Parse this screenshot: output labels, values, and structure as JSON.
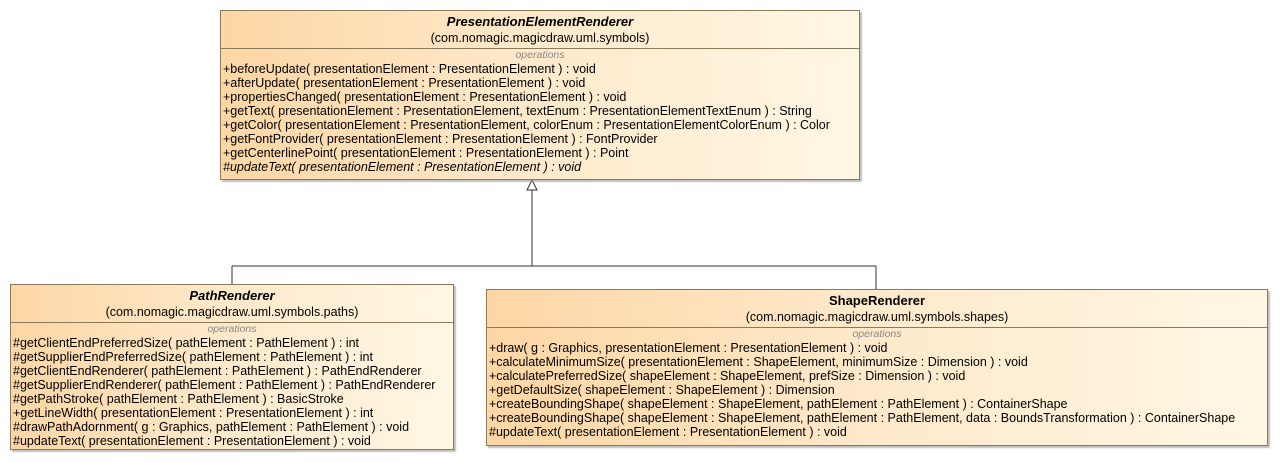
{
  "classes": {
    "per": {
      "name": "PresentationElementRenderer",
      "package": "(com.nomagic.magicdraw.uml.symbols)",
      "section": "operations",
      "operations": [
        {
          "text": "+beforeUpdate( presentationElement : PresentationElement ) : void",
          "italic": false
        },
        {
          "text": "+afterUpdate( presentationElement : PresentationElement ) : void",
          "italic": false
        },
        {
          "text": "+propertiesChanged( presentationElement : PresentationElement ) : void",
          "italic": false
        },
        {
          "text": "+getText( presentationElement : PresentationElement, textEnum : PresentationElementTextEnum ) : String",
          "italic": false
        },
        {
          "text": "+getColor( presentationElement : PresentationElement, colorEnum : PresentationElementColorEnum ) : Color",
          "italic": false
        },
        {
          "text": "+getFontProvider( presentationElement : PresentationElement ) : FontProvider",
          "italic": false
        },
        {
          "text": "+getCenterlinePoint( presentationElement : PresentationElement ) : Point",
          "italic": false
        },
        {
          "text": "#updateText( presentationElement : PresentationElement ) : void",
          "italic": true
        }
      ]
    },
    "path": {
      "name": "PathRenderer",
      "package": "(com.nomagic.magicdraw.uml.symbols.paths)",
      "section": "operations",
      "operations": [
        {
          "text": "#getClientEndPreferredSize( pathElement : PathElement ) : int",
          "italic": false
        },
        {
          "text": "#getSupplierEndPreferredSize( pathElement : PathElement ) : int",
          "italic": false
        },
        {
          "text": "#getClientEndRenderer( pathElement : PathElement ) : PathEndRenderer",
          "italic": false
        },
        {
          "text": "#getSupplierEndRenderer( pathElement : PathElement ) : PathEndRenderer",
          "italic": false
        },
        {
          "text": "#getPathStroke( pathElement : PathElement ) : BasicStroke",
          "italic": false
        },
        {
          "text": "+getLineWidth( presentationElement : PresentationElement ) : int",
          "italic": false
        },
        {
          "text": "#drawPathAdornment( g : Graphics, pathElement : PathElement ) : void",
          "italic": false
        },
        {
          "text": "#updateText( presentationElement : PresentationElement ) : void",
          "italic": false
        }
      ]
    },
    "shape": {
      "name": "ShapeRenderer",
      "package": "(com.nomagic.magicdraw.uml.symbols.shapes)",
      "section": "operations",
      "operations": [
        {
          "text": "+draw( g : Graphics, presentationElement : PresentationElement ) : void",
          "italic": false
        },
        {
          "text": "+calculateMinimumSize( presentationElement : ShapeElement, minimumSize : Dimension ) : void",
          "italic": false
        },
        {
          "text": "+calculatePreferredSize( shapeElement : ShapeElement, prefSize : Dimension ) : void",
          "italic": false
        },
        {
          "text": "+getDefaultSize( shapeElement : ShapeElement ) : Dimension",
          "italic": false
        },
        {
          "text": "+createBoundingShape( shapeElement : ShapeElement, pathElement : PathElement ) : ContainerShape",
          "italic": false
        },
        {
          "text": "+createBoundingShape( shapeElement : ShapeElement, pathElement : PathElement, data : BoundsTransformation ) : ContainerShape",
          "italic": false
        },
        {
          "text": "#updateText( presentationElement : PresentationElement ) : void",
          "italic": false
        }
      ]
    }
  }
}
